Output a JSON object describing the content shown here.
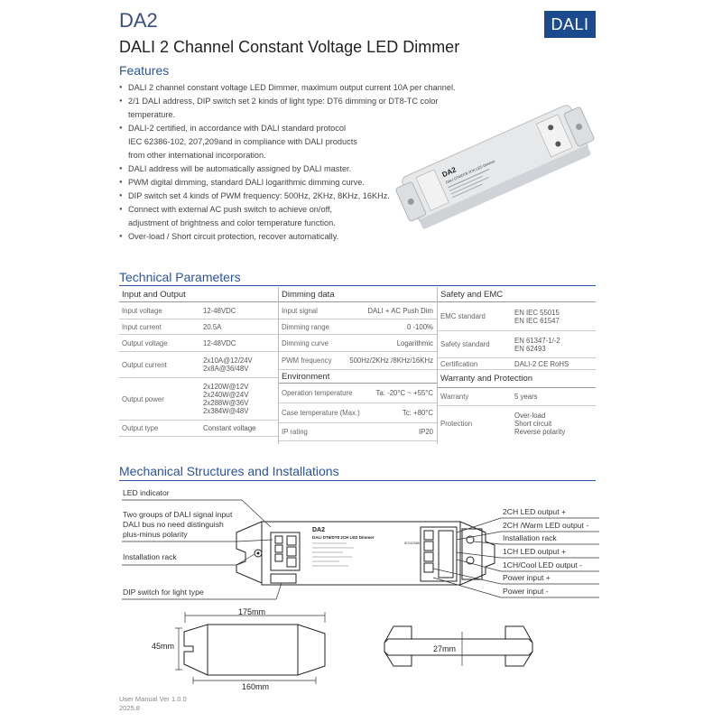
{
  "header": {
    "code": "DA2",
    "badge": "DALI",
    "title": "DALI 2 Channel Constant Voltage LED Dimmer"
  },
  "features": {
    "title": "Features",
    "items": [
      {
        "l1": "DALI 2 channel constant voltage LED Dimmer, maximum output current 10A per channel.",
        "l2": "",
        "l3": ""
      },
      {
        "l1": "2/1 DALI address, DIP switch set 2 kinds of light type: DT6 dimming or DT8-TC color temperature.",
        "l2": "",
        "l3": ""
      },
      {
        "l1": "DALI-2 certified, in accordance with DALI standard protocol",
        "l2": "IEC 62386-102, 207,209and in compliance with DALI products",
        "l3": "from other international incorporation."
      },
      {
        "l1": "DALI address will be automatically assigned by DALI master.",
        "l2": "",
        "l3": ""
      },
      {
        "l1": "PWM digital dimming, standard DALI logarithmic dimming curve.",
        "l2": "",
        "l3": ""
      },
      {
        "l1": "DIP switch set 4 kinds of PWM frequency: 500Hz, 2KHz, 8KHz, 16KHz.",
        "l2": "",
        "l3": ""
      },
      {
        "l1": "Connect with external AC push switch to achieve on/off,",
        "l2": "adjustment of brightness and color temperature function.",
        "l3": ""
      },
      {
        "l1": "Over-load / Short circuit protection, recover automatically.",
        "l2": "",
        "l3": ""
      }
    ]
  },
  "product_label": {
    "model": "DA2",
    "subtitle": "DALI DT6/DT8 2CH LED Dimmer"
  },
  "tech": {
    "title": "Technical Parameters",
    "col1": {
      "head": "Input and Output",
      "rows": [
        {
          "k": "Input voltage",
          "v1": "12-48VDC",
          "v2": "",
          "v3": "",
          "v4": ""
        },
        {
          "k": "Input current",
          "v1": "20.5A",
          "v2": "",
          "v3": "",
          "v4": ""
        },
        {
          "k": "Output voltage",
          "v1": "12-48VDC",
          "v2": "",
          "v3": "",
          "v4": ""
        },
        {
          "k": "Output current",
          "v1": "2x10A@12/24V",
          "v2": "2x8A@36/48V",
          "v3": "",
          "v4": ""
        },
        {
          "k": "Output power",
          "v1": "2x120W@12V",
          "v2": "2x240W@24V",
          "v3": "2x288W@36V",
          "v4": "2x384W@48V"
        },
        {
          "k": "Output type",
          "v1": "Constant voltage",
          "v2": "",
          "v3": "",
          "v4": ""
        }
      ]
    },
    "col2": {
      "head": "Dimming data",
      "rows": [
        {
          "k": "Input signal",
          "v": "DALI + AC Push Dim"
        },
        {
          "k": "Dimming range",
          "v": "0 -100%"
        },
        {
          "k": "Dimming curve",
          "v": "Logarithmic"
        },
        {
          "k": "PWM frequency",
          "v": "500Hz/2KHz /8KHz/16KHz"
        }
      ],
      "head2": "Environment",
      "rows2": [
        {
          "k": "Operation temperature",
          "v": "Ta: -20°C ~ +55°C"
        },
        {
          "k": "Case temperature (Max.)",
          "v": "Tc: +80°C"
        },
        {
          "k": "IP rating",
          "v": "IP20"
        }
      ]
    },
    "col3": {
      "head": "Safety and EMC",
      "rows": [
        {
          "k": "EMC standard",
          "v1": "EN IEC 55015",
          "v2": "EN IEC 61547",
          "v3": ""
        },
        {
          "k": "Safety standard",
          "v1": "EN 61347-1/-2",
          "v2": "EN 62493",
          "v3": ""
        },
        {
          "k": "Certification",
          "v1": "DALI-2 CE RoHS",
          "v2": "",
          "v3": ""
        }
      ],
      "head2": "Warranty and Protection",
      "rows2": [
        {
          "k": "Warranty",
          "v1": "5 years",
          "v2": "",
          "v3": ""
        },
        {
          "k": "Protection",
          "v1": "Over-load",
          "v2": "Short circuit",
          "v3": "Reverse polarity"
        }
      ]
    }
  },
  "mech": {
    "title": "Mechanical Structures and Installations",
    "left_callouts": [
      {
        "l1": "LED indicator",
        "l2": "",
        "l3": ""
      },
      {
        "l1": "Two groups of DALI signal input",
        "l2": "DALI bus no need distinguish",
        "l3": "plus-minus polarity"
      },
      {
        "l1": "Installation rack",
        "l2": "",
        "l3": ""
      },
      {
        "l1": "DIP switch for light type",
        "l2": "",
        "l3": ""
      }
    ],
    "right_callouts": [
      "2CH LED output +",
      "2CH /Warm LED output -",
      "Installation rack",
      "1CH LED output +",
      "1CH/Cool LED output -",
      "Power input +",
      "Power input -"
    ],
    "device_model": "DA2",
    "device_subtitle": "DALI DT6/DT8 2CH LED Dimmer",
    "device_code": "IEC62386",
    "dim_175": "175mm",
    "dim_45": "45mm",
    "dim_160": "160mm",
    "dim_27": "27mm"
  },
  "footer": {
    "manual": "User Manual Ver 1.0.0",
    "date": "2025.8"
  }
}
